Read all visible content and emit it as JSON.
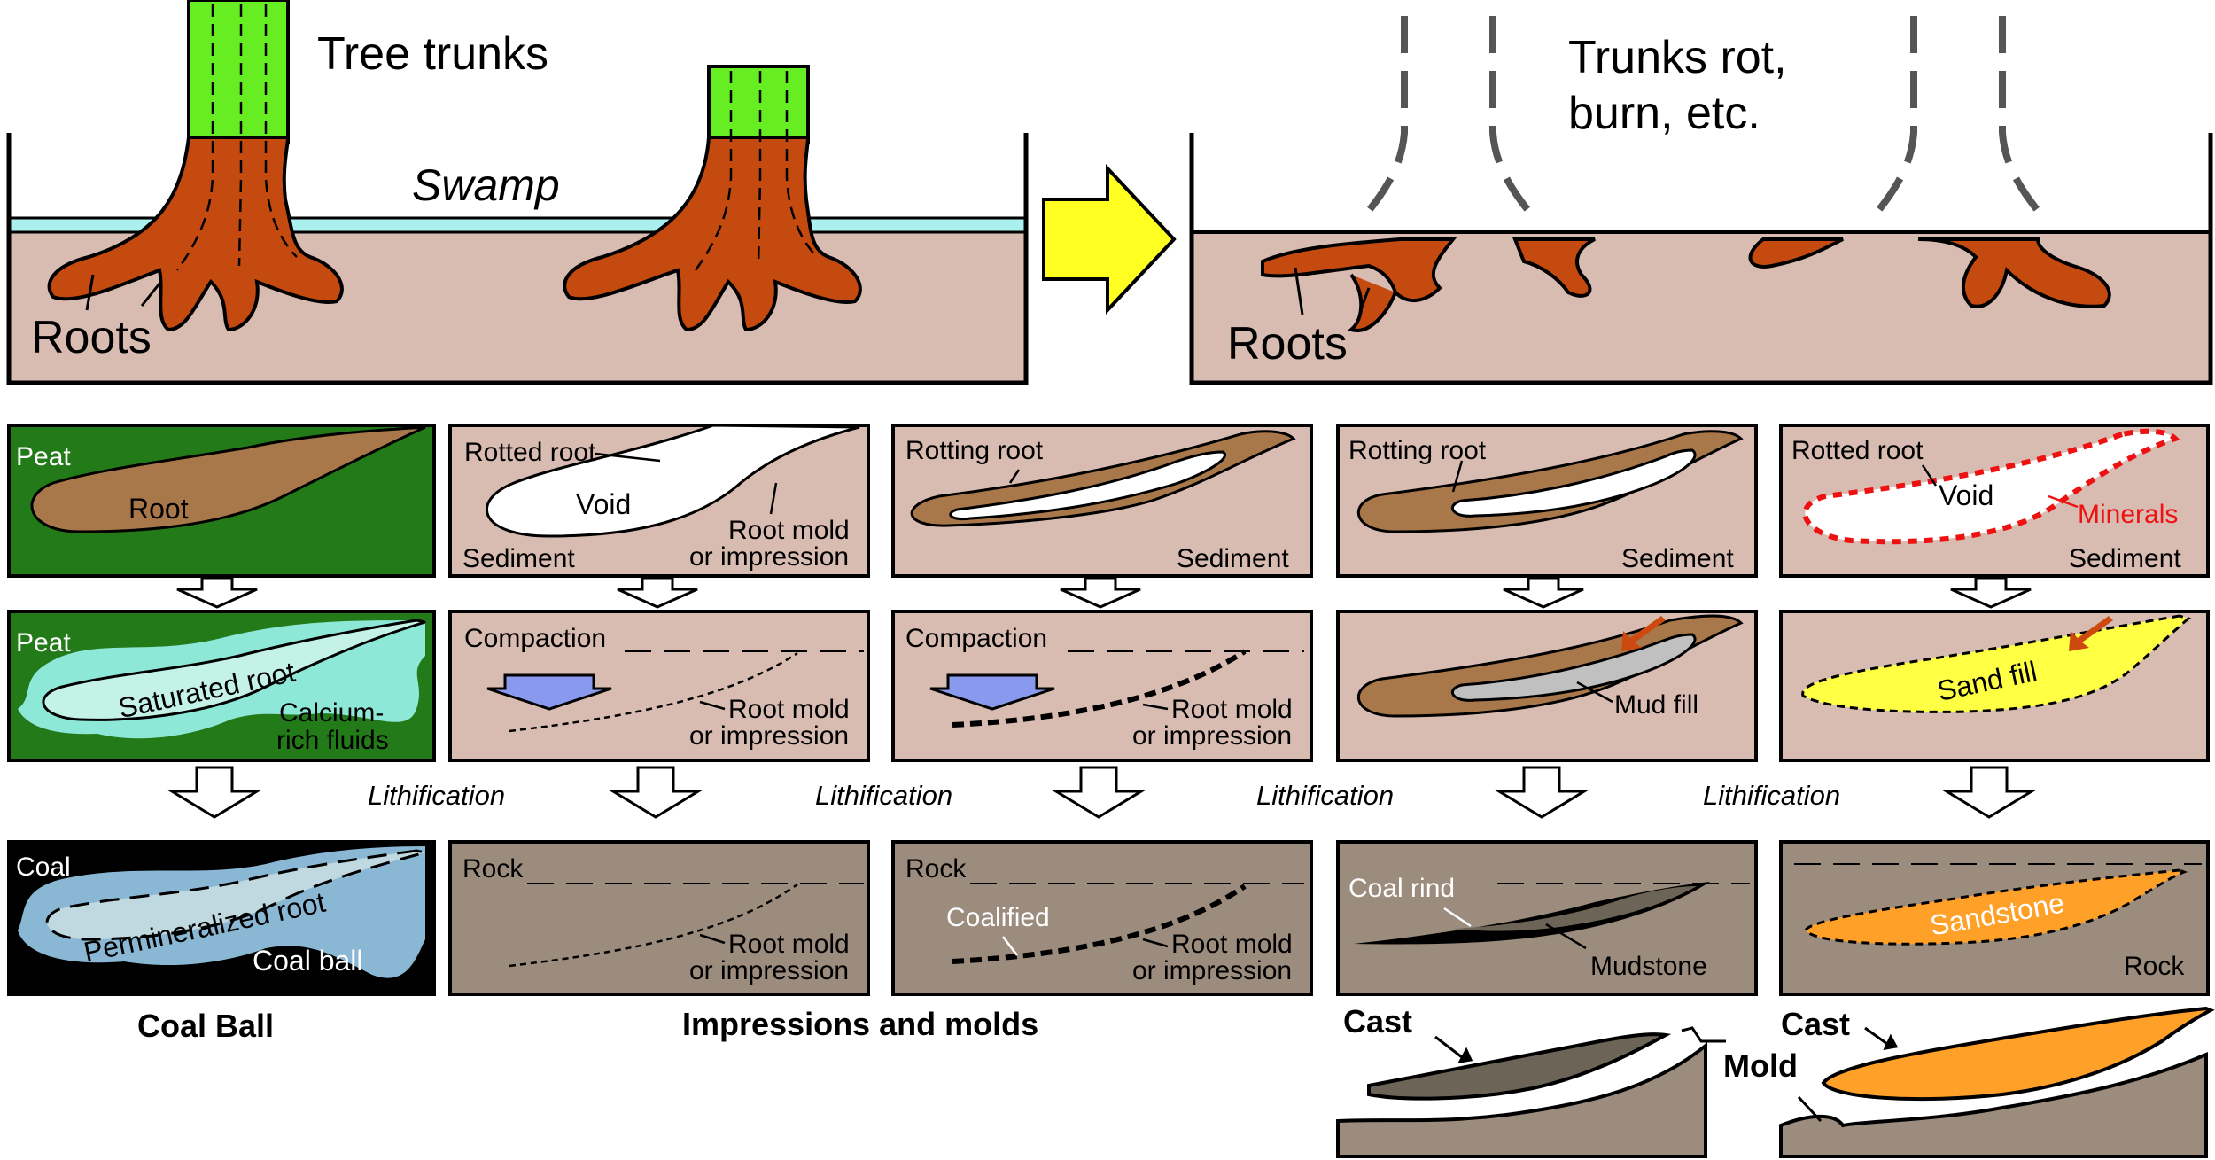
{
  "colors": {
    "trunk": "#66ee22",
    "root": "#c44a10",
    "sediment": "#d8bcb2",
    "water": "#aaf0ee",
    "peat": "#237a18",
    "root_tan": "#a8774a",
    "calcium_fluid": "#8ee8d8",
    "saturated_root": "#c4f2e6",
    "coal": "#000000",
    "coal_ball": "#8ab8d4",
    "permineralized": "#c0d8e0",
    "rock": "#9c8c7e",
    "mud_fill": "#c0c0c0",
    "mudstone": "#6c6456",
    "sand_fill": "#ffff44",
    "sandstone": "#ffa028",
    "arrow_yellow": "#ffff22",
    "compaction_arrow": "#8899ee",
    "arrow_orange": "#cc4a10",
    "minerals": "#ee1111",
    "ghost_trunk": "#555555"
  },
  "top": {
    "left": {
      "tree_trunks": "Tree trunks",
      "swamp": "Swamp",
      "roots": "Roots"
    },
    "right": {
      "line1": "Trunks rot,",
      "line2": "burn, etc.",
      "roots": "Roots"
    }
  },
  "panels": {
    "c1r1": {
      "peat": "Peat",
      "root": "Root"
    },
    "c1r2": {
      "peat": "Peat",
      "saturated_root": "Saturated root",
      "calcium_1": "Calcium-",
      "calcium_2": "rich fluids"
    },
    "c1r3": {
      "coal": "Coal",
      "permineralized": "Permineralized root",
      "coal_ball": "Coal ball"
    },
    "c2r1": {
      "rotted_root": "Rotted root",
      "void": "Void",
      "mold_1": "Root mold",
      "mold_2": "or impression",
      "sediment": "Sediment"
    },
    "c2r2": {
      "compaction": "Compaction",
      "mold_1": "Root mold",
      "mold_2": "or impression"
    },
    "c2r3": {
      "rock": "Rock",
      "mold_1": "Root mold",
      "mold_2": "or impression"
    },
    "c3r1": {
      "rotting_root": "Rotting root",
      "sediment": "Sediment"
    },
    "c3r2": {
      "compaction": "Compaction",
      "mold_1": "Root mold",
      "mold_2": "or impression"
    },
    "c3r3": {
      "rock": "Rock",
      "coalified": "Coalified",
      "mold_1": "Root mold",
      "mold_2": "or impression"
    },
    "c4r1": {
      "rotting_root": "Rotting root",
      "sediment": "Sediment"
    },
    "c4r2": {
      "mud_fill": "Mud fill"
    },
    "c4r3": {
      "coal_rind": "Coal rind",
      "mudstone": "Mudstone"
    },
    "c5r1": {
      "rotted_root": "Rotted root",
      "void": "Void",
      "minerals": "Minerals",
      "sediment": "Sediment"
    },
    "c5r2": {
      "sand_fill": "Sand  fill"
    },
    "c5r3": {
      "sandstone": "Sandstone",
      "rock": "Rock"
    }
  },
  "lithification": "Lithification",
  "captions": {
    "coal_ball": "Coal Ball",
    "impressions": "Impressions and molds"
  },
  "bottom": {
    "cast": "Cast",
    "mold": "Mold"
  }
}
